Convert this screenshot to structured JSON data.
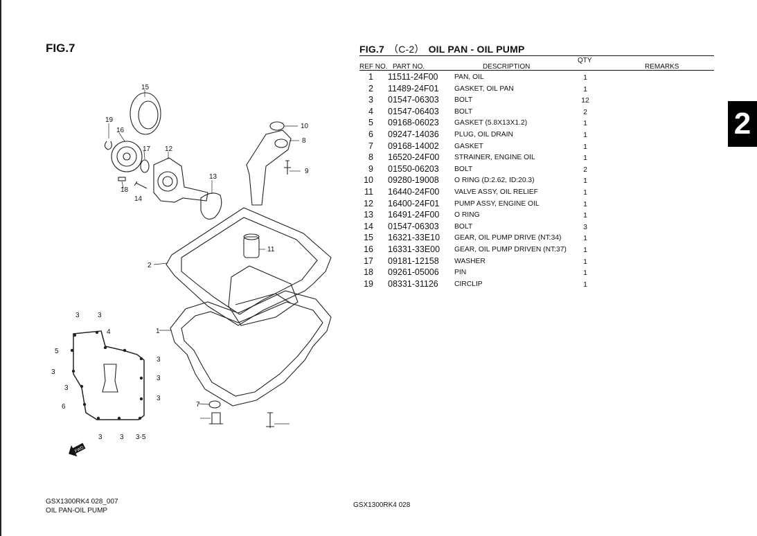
{
  "figure_label": "FIG.7",
  "header": {
    "fig": "FIG.7",
    "code": "（C-2）",
    "title": "OIL PAN - OIL PUMP"
  },
  "columns": {
    "ref_no": "REF NO.",
    "part_no": "PART NO.",
    "description": "DESCRIPTION",
    "qty": "QTY",
    "remarks": "REMARKS"
  },
  "parts": [
    {
      "ref": "1",
      "part": "11511-24F00",
      "desc": "PAN, OIL",
      "qty": "1"
    },
    {
      "ref": "2",
      "part": "11489-24F01",
      "desc": "GASKET, OIL PAN",
      "qty": "1"
    },
    {
      "ref": "3",
      "part": "01547-06303",
      "desc": "BOLT",
      "qty": "12"
    },
    {
      "ref": "4",
      "part": "01547-06403",
      "desc": "BOLT",
      "qty": "2"
    },
    {
      "ref": "5",
      "part": "09168-06023",
      "desc": "GASKET (5.8X13X1.2)",
      "qty": "1"
    },
    {
      "ref": "6",
      "part": "09247-14036",
      "desc": "PLUG, OIL DRAIN",
      "qty": "1"
    },
    {
      "ref": "7",
      "part": "09168-14002",
      "desc": "GASKET",
      "qty": "1"
    },
    {
      "ref": "8",
      "part": "16520-24F00",
      "desc": "STRAINER, ENGINE OIL",
      "qty": "1"
    },
    {
      "ref": "9",
      "part": "01550-06203",
      "desc": "BOLT",
      "qty": "2"
    },
    {
      "ref": "10",
      "part": "09280-19008",
      "desc": "O RING (D:2.62, ID:20.3)",
      "qty": "1"
    },
    {
      "ref": "11",
      "part": "16440-24F00",
      "desc": "VALVE ASSY, OIL RELIEF",
      "qty": "1"
    },
    {
      "ref": "12",
      "part": "16400-24F01",
      "desc": "PUMP ASSY, ENGINE OIL",
      "qty": "1"
    },
    {
      "ref": "13",
      "part": "16491-24F00",
      "desc": "O RING",
      "qty": "1"
    },
    {
      "ref": "14",
      "part": "01547-06303",
      "desc": "BOLT",
      "qty": "3"
    },
    {
      "ref": "15",
      "part": "16321-33E10",
      "desc": "GEAR, OIL PUMP DRIVE (NT:34)",
      "qty": "1"
    },
    {
      "ref": "16",
      "part": "16331-33E00",
      "desc": "GEAR, OIL PUMP DRIVEN (NT:37)",
      "qty": "1"
    },
    {
      "ref": "17",
      "part": "09181-12158",
      "desc": "WASHER",
      "qty": "1"
    },
    {
      "ref": "18",
      "part": "09261-05006",
      "desc": "PIN",
      "qty": "1"
    },
    {
      "ref": "19",
      "part": "08331-31126",
      "desc": "CIRCLIP",
      "qty": "1"
    }
  ],
  "section_tab": "2",
  "diagram": {
    "callouts": [
      "1",
      "2",
      "3",
      "4",
      "5",
      "6",
      "7",
      "8",
      "9",
      "10",
      "11",
      "12",
      "13",
      "14",
      "15",
      "16",
      "17",
      "18",
      "19",
      "3·5"
    ],
    "fwd_marker": "FWD"
  },
  "footer": {
    "left_code": "GSX1300RK4 028_007",
    "left_title": "OIL PAN-OIL PUMP",
    "center_code": "GSX1300RK4 028"
  }
}
